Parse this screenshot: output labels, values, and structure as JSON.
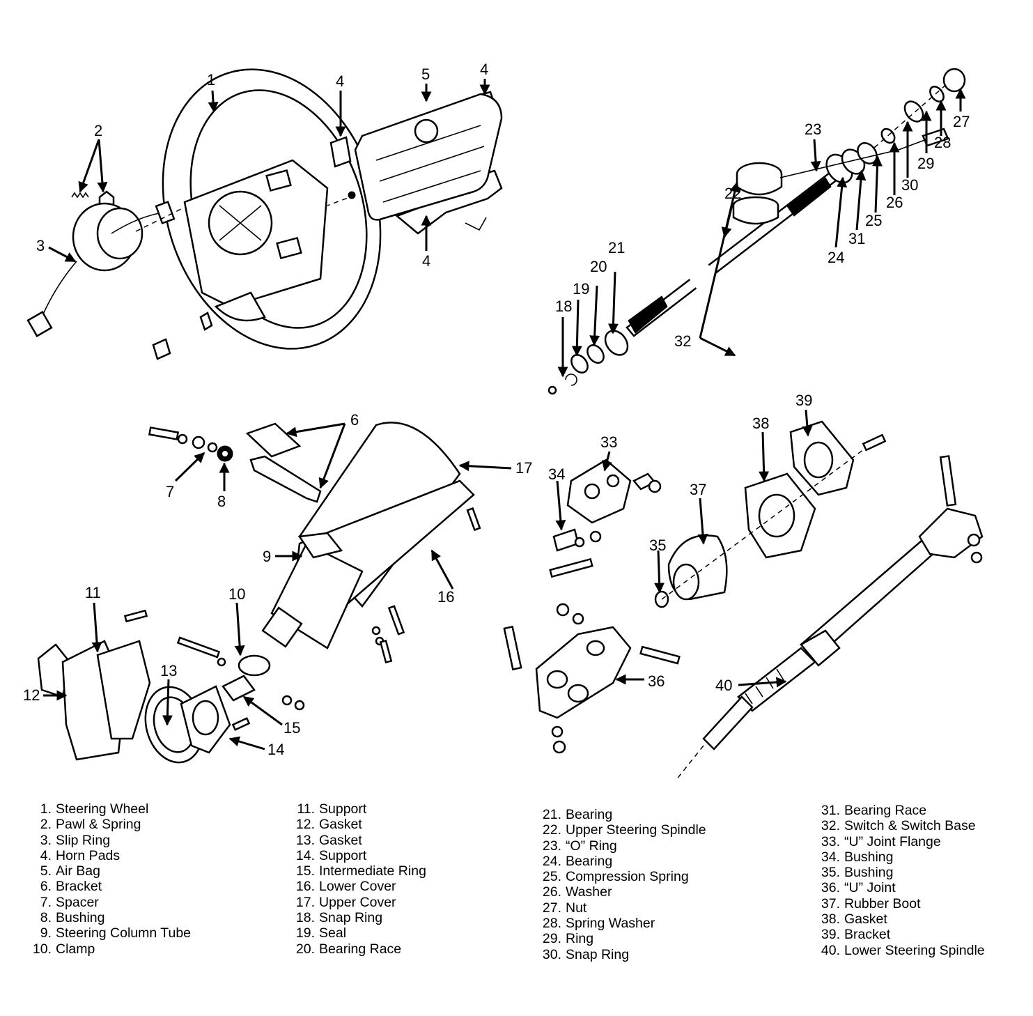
{
  "diagram": {
    "title": "Steering column exploded view",
    "callouts": [
      "1",
      "2",
      "3",
      "4",
      "4",
      "4",
      "5",
      "6",
      "7",
      "8",
      "9",
      "10",
      "11",
      "12",
      "13",
      "14",
      "15",
      "16",
      "17",
      "18",
      "19",
      "20",
      "21",
      "22",
      "23",
      "24",
      "25",
      "26",
      "27",
      "28",
      "29",
      "30",
      "31",
      "32",
      "33",
      "34",
      "35",
      "36",
      "37",
      "38",
      "39",
      "40"
    ]
  },
  "legend": {
    "columns": [
      [
        {
          "num": "1.",
          "label": "Steering Wheel"
        },
        {
          "num": "2.",
          "label": "Pawl & Spring"
        },
        {
          "num": "3.",
          "label": "Slip Ring"
        },
        {
          "num": "4.",
          "label": "Horn Pads"
        },
        {
          "num": "5.",
          "label": "Air Bag"
        },
        {
          "num": "6.",
          "label": "Bracket"
        },
        {
          "num": "7.",
          "label": "Spacer"
        },
        {
          "num": "8.",
          "label": "Bushing"
        },
        {
          "num": "9.",
          "label": "Steering Column Tube"
        },
        {
          "num": "10.",
          "label": "Clamp"
        }
      ],
      [
        {
          "num": "11.",
          "label": "Support"
        },
        {
          "num": "12.",
          "label": "Gasket"
        },
        {
          "num": "13.",
          "label": "Gasket"
        },
        {
          "num": "14.",
          "label": "Support"
        },
        {
          "num": "15.",
          "label": "Intermediate Ring"
        },
        {
          "num": "16.",
          "label": "Lower Cover"
        },
        {
          "num": "17.",
          "label": "Upper Cover"
        },
        {
          "num": "18.",
          "label": "Snap Ring"
        },
        {
          "num": "19.",
          "label": "Seal"
        },
        {
          "num": "20.",
          "label": "Bearing Race"
        }
      ],
      [
        {
          "num": "21.",
          "label": "Bearing"
        },
        {
          "num": "22.",
          "label": "Upper Steering Spindle"
        },
        {
          "num": "23.",
          "label": "“O” Ring"
        },
        {
          "num": "24.",
          "label": "Bearing"
        },
        {
          "num": "25.",
          "label": "Compression Spring"
        },
        {
          "num": "26.",
          "label": "Washer"
        },
        {
          "num": "27.",
          "label": "Nut"
        },
        {
          "num": "28.",
          "label": "Spring Washer"
        },
        {
          "num": "29.",
          "label": "Ring"
        },
        {
          "num": "30.",
          "label": "Snap Ring"
        }
      ],
      [
        {
          "num": "31.",
          "label": "Bearing Race"
        },
        {
          "num": "32.",
          "label": "Switch & Switch Base"
        },
        {
          "num": "33.",
          "label": "“U” Joint Flange"
        },
        {
          "num": "34.",
          "label": "Bushing"
        },
        {
          "num": "35.",
          "label": "Bushing"
        },
        {
          "num": "36.",
          "label": "“U” Joint"
        },
        {
          "num": "37.",
          "label": "Rubber Boot"
        },
        {
          "num": "38.",
          "label": "Gasket"
        },
        {
          "num": "39.",
          "label": "Bracket"
        },
        {
          "num": "40.",
          "label": "Lower Steering Spindle"
        }
      ]
    ]
  }
}
